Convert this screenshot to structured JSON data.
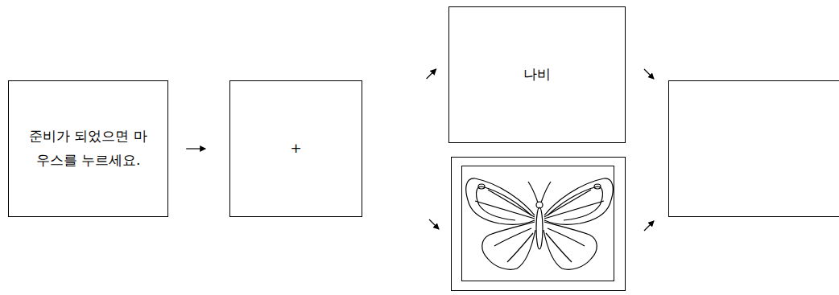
{
  "diagram": {
    "nodes": [
      {
        "text": [
          "준비가 되었으면 마우스를 누르세요."
        ]
      },
      {
        "text": [
          "+"
        ]
      },
      {
        "text": [
          "나비"
        ]
      }
    ],
    "edges": [
      {
        "from": 0,
        "to": 1,
        "arrow": "to"
      },
      {
        "from": 1,
        "to": 2,
        "arrow": "to"
      }
    ]
  }
}
